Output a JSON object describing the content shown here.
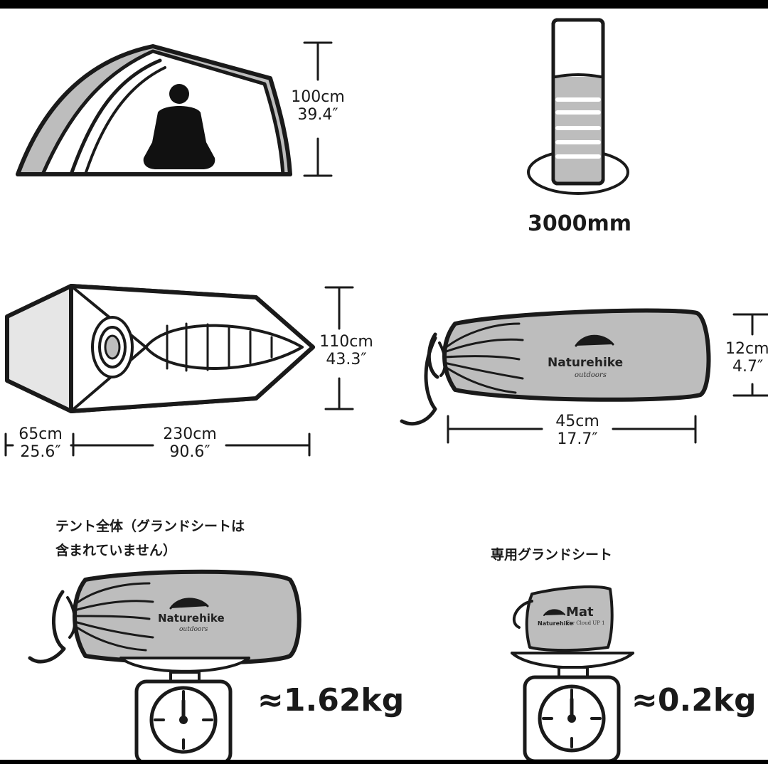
{
  "tent_height": {
    "cm": "100cm",
    "inch": "39.4″"
  },
  "waterproof": {
    "rating": "3000mm"
  },
  "tent_width": {
    "cm": "110cm",
    "inch": "43.3″"
  },
  "vestibule_length": {
    "cm": "65cm",
    "inch": "25.6″"
  },
  "tent_length": {
    "cm": "230cm",
    "inch": "90.6″"
  },
  "bag_length": {
    "cm": "45cm",
    "inch": "17.7″"
  },
  "bag_diameter": {
    "cm": "12cm",
    "inch": "4.7″"
  },
  "brand": {
    "name": "Naturehike",
    "sub": "outdoors"
  },
  "tent_weight": {
    "caption_line1": "テント全体（グランドシートは",
    "caption_line2": "含まれていません）",
    "value": "≈1.62kg"
  },
  "mat_weight": {
    "caption": "専用グランドシート",
    "mat_label": "Mat",
    "mat_sub": "For Cloud UP 1",
    "value": "≈0.2kg"
  },
  "colors": {
    "line": "#1a1a1a",
    "fill": "#bdbdbd",
    "light": "#e6e6e6"
  }
}
